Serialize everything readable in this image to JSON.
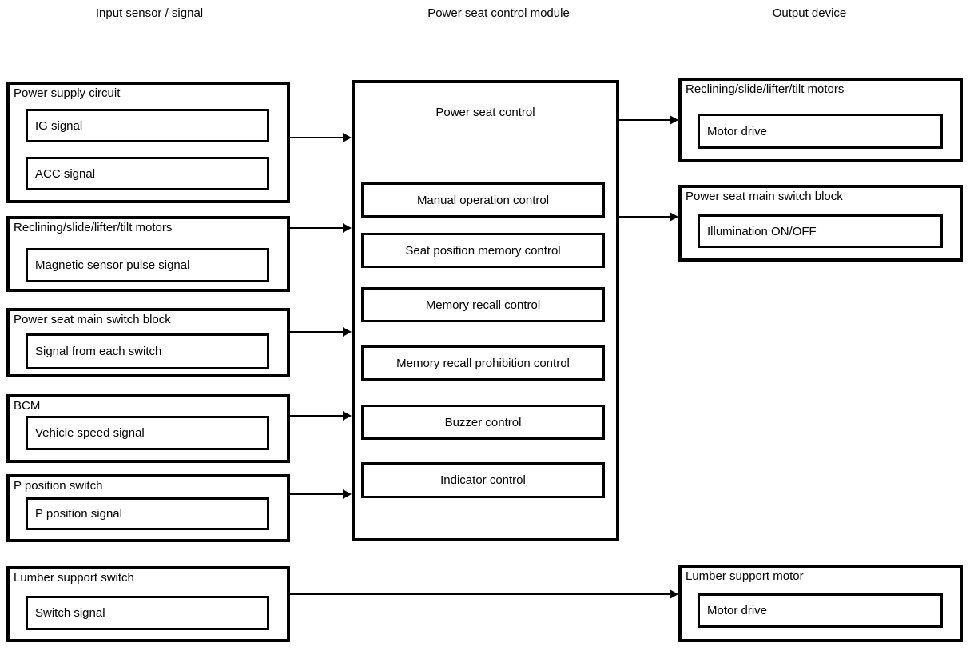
{
  "headers": {
    "input": "Input sensor / signal",
    "module": "Power seat control module",
    "output": "Output device"
  },
  "inputs": [
    {
      "title": "Power supply circuit",
      "signals": [
        "IG signal",
        "ACC signal"
      ]
    },
    {
      "title": "Reclining/slide/lifter/tilt motors",
      "signals": [
        "Magnetic sensor pulse signal"
      ]
    },
    {
      "title": "Power seat main switch block",
      "signals": [
        "Signal from each switch"
      ]
    },
    {
      "title": "BCM",
      "signals": [
        "Vehicle speed signal"
      ]
    },
    {
      "title": "P position switch",
      "signals": [
        "P position signal"
      ]
    },
    {
      "title": "Lumber support switch",
      "signals": [
        "Switch signal"
      ]
    }
  ],
  "module": {
    "title": "Power seat control",
    "functions": [
      "Manual operation control",
      "Seat position memory control",
      "Memory recall control",
      "Memory recall prohibition control",
      "Buzzer control",
      "Indicator control"
    ]
  },
  "outputs": [
    {
      "title": "Reclining/slide/lifter/tilt motors",
      "signals": [
        "Motor drive"
      ]
    },
    {
      "title": "Power seat main switch block",
      "signals": [
        "Illumination ON/OFF"
      ]
    },
    {
      "title": "Lumber support motor",
      "signals": [
        "Motor drive"
      ]
    }
  ],
  "colors": {
    "line": "#000000",
    "background": "#ffffff",
    "text": "#000000"
  }
}
